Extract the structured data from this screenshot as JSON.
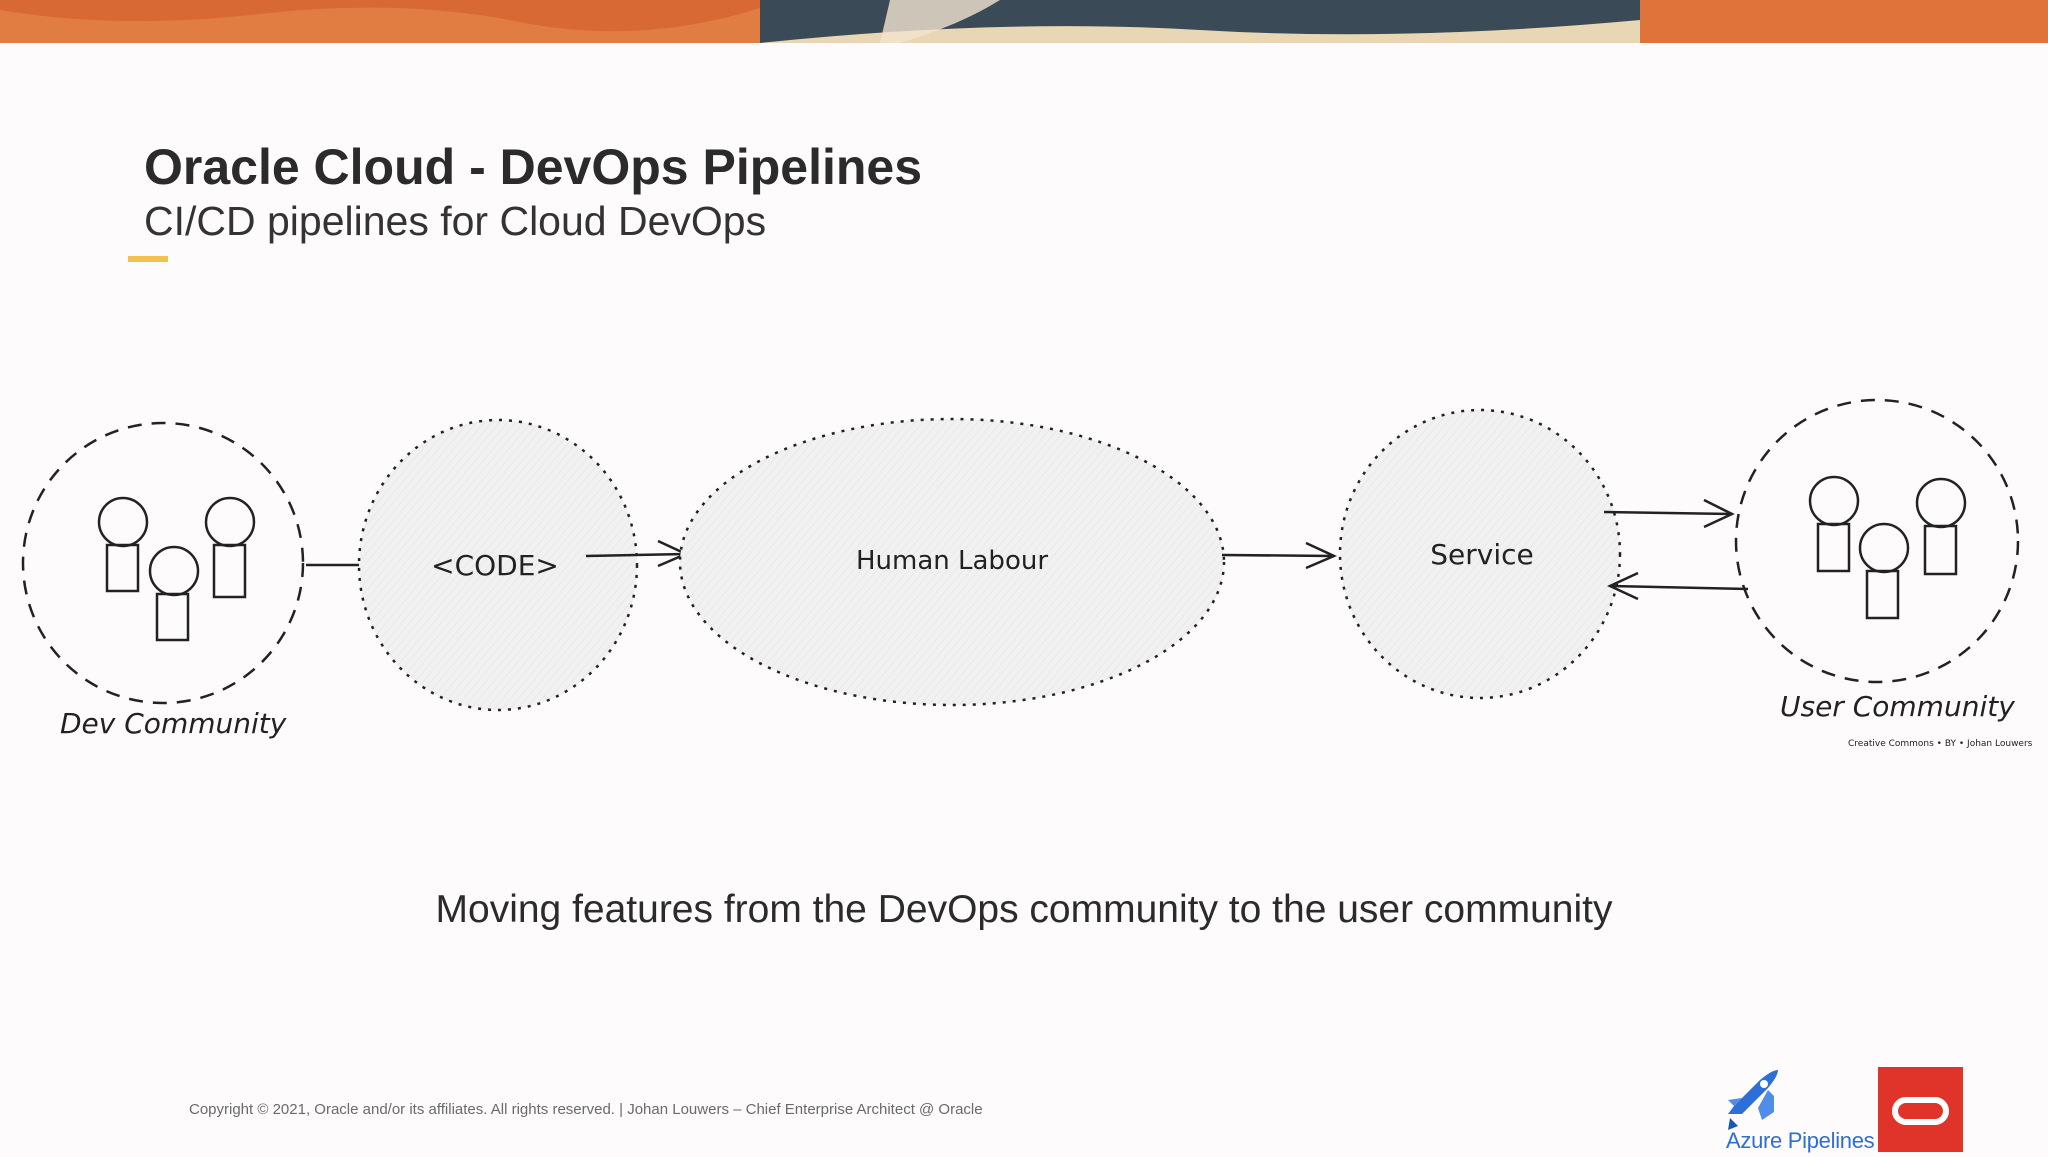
{
  "slide": {
    "title": "Oracle Cloud - DevOps Pipelines",
    "subtitle": "CI/CD pipelines for Cloud DevOps",
    "caption": "Moving features from the DevOps community to the user community",
    "copyright": "Copyright © 2021, Oracle and/or its affiliates. All rights reserved.  | Johan Louwers – Chief Enterprise Architect @ Oracle"
  },
  "diagram": {
    "nodes": {
      "dev_community": "Dev Community",
      "code": "<CODE>",
      "human_labour": "Human Labour",
      "service": "Service",
      "user_community": "User Community"
    },
    "credit": "Creative Commons • BY • Johan Louwers"
  },
  "logos": {
    "azure_text": "Azure Pipelines"
  },
  "colors": {
    "banner": "#e0733a",
    "accent": "#f2c14e",
    "oracle_red": "#e0342b",
    "azure_blue": "#2d6fd6"
  }
}
